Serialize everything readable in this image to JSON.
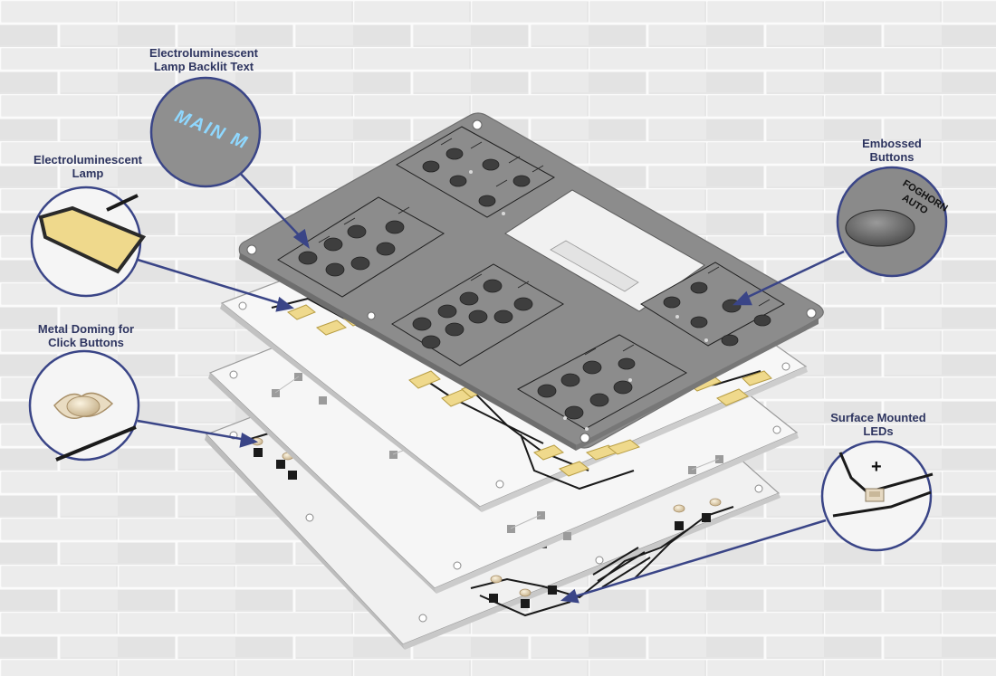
{
  "colors": {
    "background": "#e9e9e9",
    "brick_mortar": "#ffffff",
    "panel_top": "#8e8e8e",
    "panel_layer": "#f3f3f3",
    "trace": "#1a1a1a",
    "el_lamp": "#efd98c",
    "callout_line": "#3a4587",
    "callout_text": "#2e3560"
  },
  "callouts": [
    {
      "id": "el-backlit",
      "lines": [
        "Electroluminescent",
        "Lamp Backlit Text"
      ],
      "inset_text": "MAIN M",
      "icon": "glowing-text-icon"
    },
    {
      "id": "el-lamp",
      "lines": [
        "Electroluminescent",
        "Lamp"
      ],
      "icon": "el-lamp-icon"
    },
    {
      "id": "metal-doming",
      "lines": [
        "Metal Doming for",
        "Click Buttons"
      ],
      "icon": "metal-dome-icon"
    },
    {
      "id": "embossed",
      "lines": [
        "Embossed",
        "Buttons"
      ],
      "inset_text": [
        "FOGHORN",
        "AUTO"
      ],
      "icon": "embossed-button-icon"
    },
    {
      "id": "smd-leds",
      "lines": [
        "Surface Mounted",
        "LEDs"
      ],
      "icon": "smd-led-icon"
    }
  ]
}
